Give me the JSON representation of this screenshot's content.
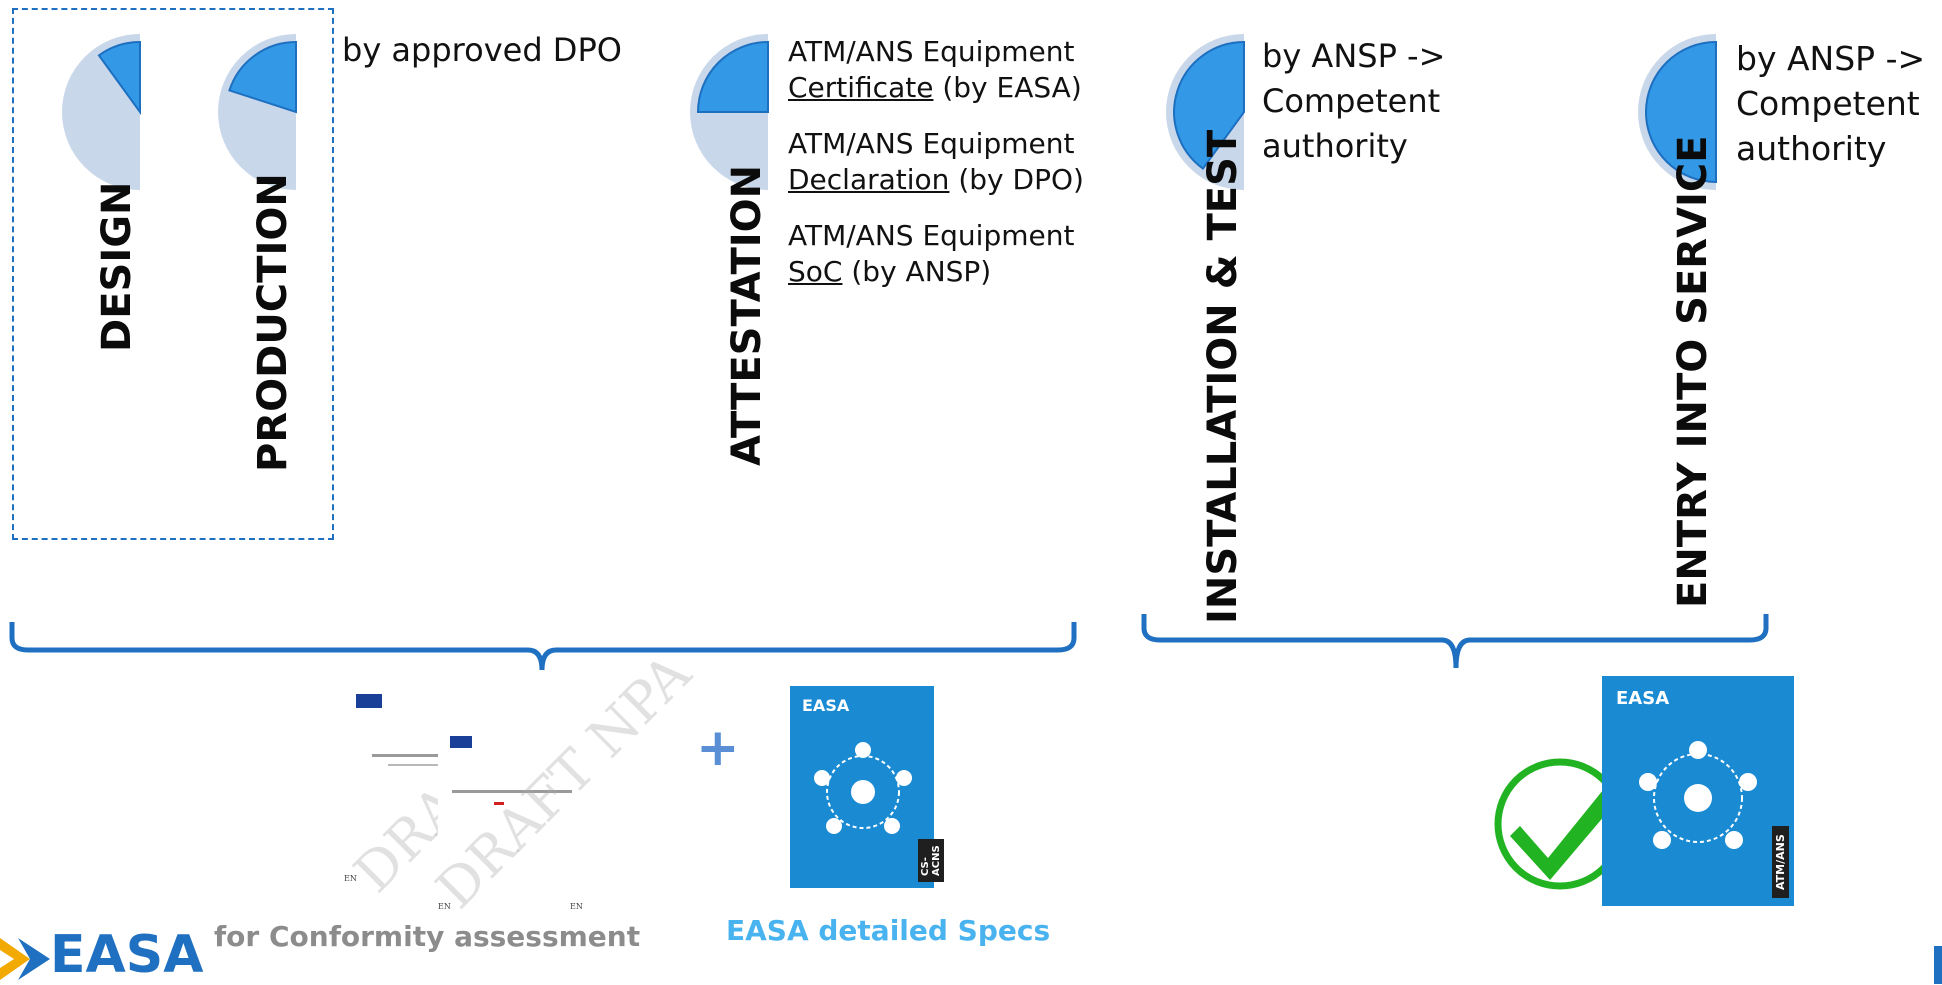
{
  "stages": [
    {
      "label": "DESIGN",
      "progress": 0.1
    },
    {
      "label": "PRODUCTION",
      "progress": 0.2
    },
    {
      "label": "ATTESTATION",
      "progress": 0.25
    },
    {
      "label": "INSTALLATION & TEST",
      "progress": 0.4
    },
    {
      "label": "ENTRY INTO SERVICE",
      "progress": 0.5
    }
  ],
  "production_note": "by approved DPO",
  "attestation_notes": [
    {
      "prefix": "ATM/ANS Equipment",
      "underlined": "Certificate",
      "suffix": " (by EASA)"
    },
    {
      "prefix": "ATM/ANS Equipment",
      "underlined": "Declaration",
      "suffix": " (by DPO)"
    },
    {
      "prefix": "ATM/ANS Equipment",
      "underlined": "SoC",
      "suffix": " (by ANSP)"
    }
  ],
  "install_note": {
    "line1": "by ANSP ->",
    "line2": "Competent",
    "line3": "authority"
  },
  "service_note": {
    "line1": "by ANSP ->",
    "line2": "Competent",
    "line3": "authority"
  },
  "captions": {
    "conformity": "for Conformity assessment",
    "plus": "+",
    "specs": "EASA detailed Specs"
  },
  "draft_docs": {
    "watermark1": "DRAFT",
    "watermark2": "DRAFT NPA",
    "footer_en": "EN"
  },
  "covers": {
    "brand": "EASA",
    "spine_left": "CS-ACNS",
    "spine_right": "ATM/ANS"
  },
  "logo": "EASA",
  "colors": {
    "pie_base": "#c9d7ea",
    "pie_fill": "#3399e6",
    "bracket": "#1f70c1",
    "dashed_box": "#1f70c1",
    "check": "#22b322",
    "cover": "#1a8ad3",
    "grey_caption": "#8c8c8c",
    "blue_caption": "#49b3f0"
  }
}
